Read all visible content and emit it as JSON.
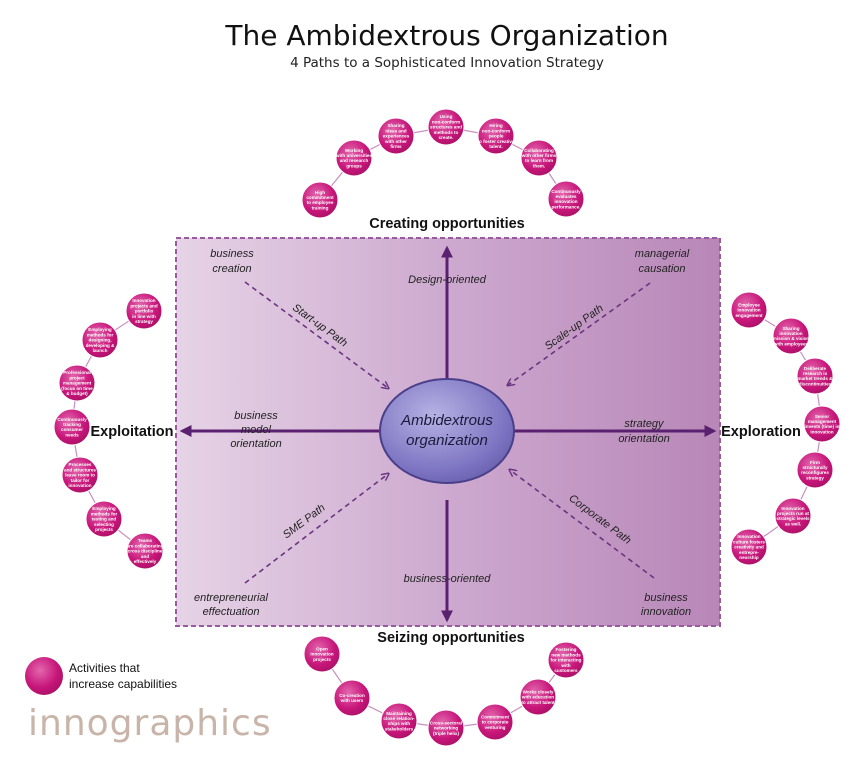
{
  "title": "The Ambidextrous Organization",
  "subtitle": "4 Paths to a Sophisticated Innovation Strategy",
  "headings": {
    "top": "Creating opportunities",
    "bottom": "Seizing opportunities",
    "left": "Exploitation",
    "right": "Exploration"
  },
  "axis_labels": {
    "top": "Design-oriented",
    "bottom": "business-oriented",
    "left": [
      "business",
      "model",
      "orientation"
    ],
    "right": [
      "strategy",
      "orientation"
    ]
  },
  "corner_labels": {
    "top_left": [
      "business",
      "creation"
    ],
    "top_right": [
      "managerial",
      "causation"
    ],
    "bottom_left": [
      "entrepreneurial",
      "effectuation"
    ],
    "bottom_right": [
      "business",
      "innovation"
    ]
  },
  "paths": {
    "top_left": "Start-up Path",
    "top_right": "Scale-up Path",
    "bottom_left": "SME Path",
    "bottom_right": "Corporate Path"
  },
  "center": [
    "Ambidextrous",
    "organization"
  ],
  "bubbles": {
    "top": [
      [
        "High",
        "commitment",
        "to employee",
        "training"
      ],
      [
        "Working",
        "with universities",
        "and research",
        "groups"
      ],
      [
        "Sharing",
        "ideas and",
        "experiences",
        "with other",
        "firms"
      ],
      [
        "Using",
        "non-conform",
        "structures and",
        "methods to",
        "create."
      ],
      [
        "Hiring",
        "non-conform",
        "people",
        "to foster creative",
        "talent."
      ],
      [
        "Collaborating",
        "with other firms",
        "to learn from",
        "them."
      ],
      [
        "Continuously",
        "evaluates",
        "innovation",
        "performance."
      ]
    ],
    "left": [
      [
        "Innovation",
        "projects and",
        "portfolio",
        "in line with",
        "strategy"
      ],
      [
        "Employing",
        "methods for",
        "designing,",
        "developing &",
        "launch"
      ],
      [
        "Professional",
        "project",
        "management",
        "(focus on time",
        "& budget)"
      ],
      [
        "Continuously",
        "tracking",
        "consumer",
        "needs"
      ],
      [
        "Processes",
        "and structures",
        "leave room to",
        "tailor for",
        "innovation"
      ],
      [
        "Employing",
        "methods for",
        "testing and",
        "selecting",
        "projects"
      ],
      [
        "Teams",
        "are collaborating",
        "across disciplines",
        "and",
        "effectively"
      ]
    ],
    "right": [
      [
        "Employee",
        "innovation",
        "engagement"
      ],
      [
        "Sharing",
        "innovation",
        "mission & vision",
        "with employees"
      ],
      [
        "Deliberate",
        "research is",
        "market trends &",
        "discontinuities"
      ],
      [
        "Senior",
        "management",
        "invests (time) in",
        "innovation"
      ],
      [
        "Firm",
        "structurally",
        "reconfigures",
        "strategy"
      ],
      [
        "Innovation",
        "projects run at",
        "strategic levels",
        "as well."
      ],
      [
        "Innovation",
        "culture fosters",
        "creativity and",
        "entrepre-",
        "neurship"
      ]
    ],
    "bottom": [
      [
        "Open",
        "innovation",
        "projects"
      ],
      [
        "Co-creation",
        "with users"
      ],
      [
        "Maintaining",
        "close relation-",
        "ships with",
        "stakeholders"
      ],
      [
        "Cross-sectoral",
        "networking",
        "(triple helix)"
      ],
      [
        "Commitment",
        "to corporate",
        "venturing"
      ],
      [
        "Works closely",
        "with education",
        "to attract talent"
      ],
      [
        "Fostering",
        "new methods",
        "for interacting",
        "with",
        "customers"
      ]
    ]
  },
  "legend": [
    "Activities that",
    "increase capabilities"
  ],
  "logo": "innographics",
  "colors": {
    "bubble": "#c0146e",
    "bubble_light": "#e060a8",
    "panel": "#c9a3c9",
    "arrow": "#5a2170",
    "center_fill": "#7d76bf",
    "border": "#9a5aa0"
  }
}
